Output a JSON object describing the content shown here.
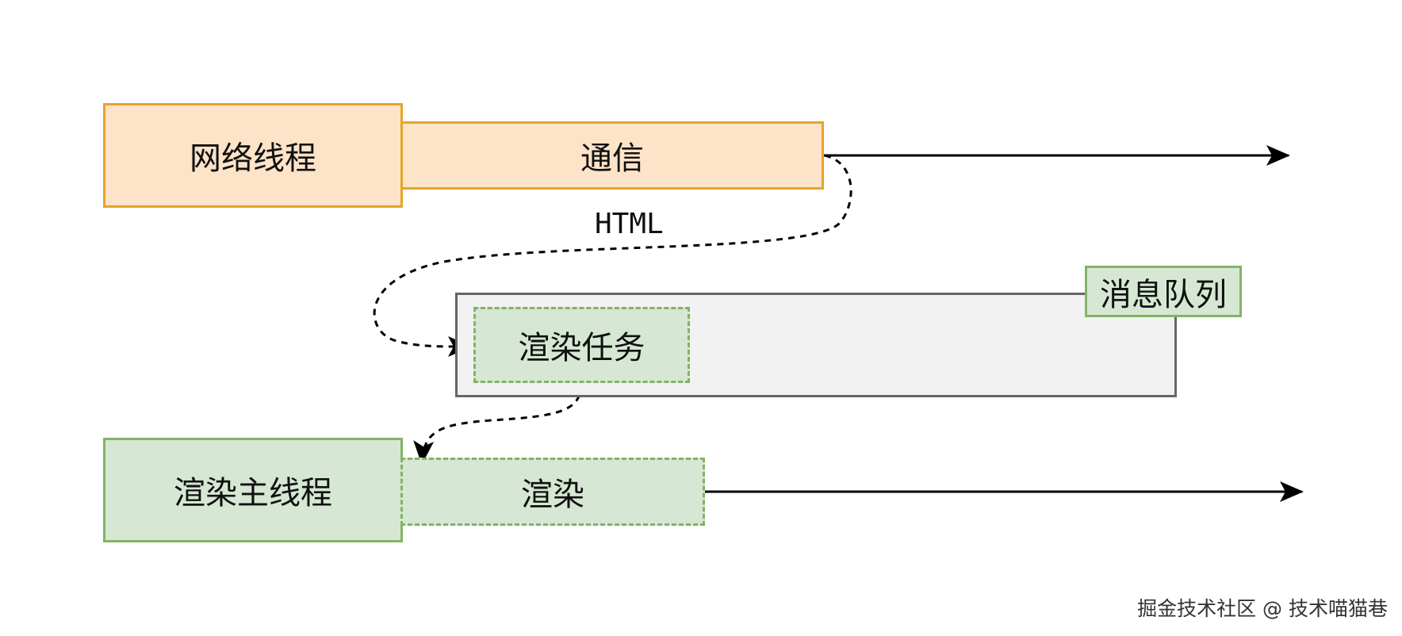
{
  "diagram": {
    "network_thread": {
      "label": "网络线程"
    },
    "communication": {
      "label": "通信"
    },
    "html_edge": {
      "label": "HTML"
    },
    "message_queue": {
      "label": "消息队列"
    },
    "render_task": {
      "label": "渲染任务"
    },
    "render_main_thread": {
      "label": "渲染主线程"
    },
    "render": {
      "label": "渲染"
    }
  },
  "watermark": {
    "text": "掘金技术社区 @ 技术喵猫巷"
  },
  "colors": {
    "orange_fill": "#fde3c8",
    "orange_stroke": "#e3a62a",
    "green_fill": "#d6e8d4",
    "green_stroke": "#82b366",
    "queue_fill": "#f2f2f2",
    "queue_stroke": "#666666",
    "line": "#000000"
  }
}
